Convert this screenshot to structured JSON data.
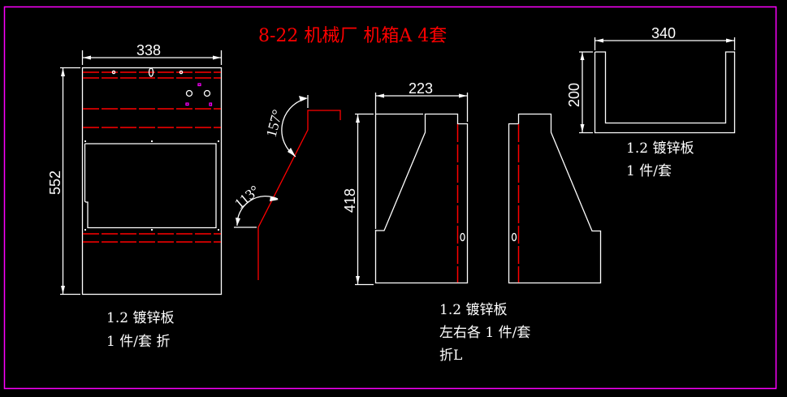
{
  "title": "8-22 机械厂 机箱A  4套",
  "colors": {
    "background": "#000000",
    "frame": "#ff00ff",
    "outline": "#ffffff",
    "bend_line": "#ff0000",
    "title": "#ff0000",
    "hole_marker": "#ff00ff"
  },
  "front_panel": {
    "width_dim": "338",
    "height_dim": "552",
    "notes": [
      "1.2 镀锌板",
      "1 件/套 折"
    ]
  },
  "profile": {
    "angle_top": "157°",
    "angle_bottom": "113°"
  },
  "side_panel": {
    "width_dim": "223",
    "height_dim": "418",
    "notes": [
      "1.2 镀锌板",
      "左右各 1 件/套",
      "折L"
    ]
  },
  "u_bracket": {
    "width_dim": "340",
    "height_dim": "200",
    "notes": [
      "1.2 镀锌板",
      "1 件/套"
    ]
  }
}
